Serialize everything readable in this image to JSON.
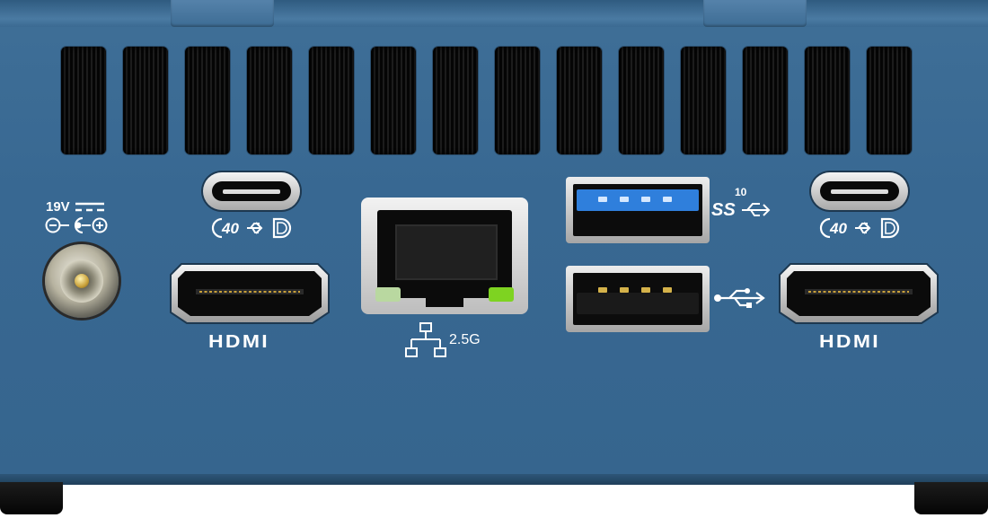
{
  "labels": {
    "voltage": "19V",
    "hdmi_left": "HDMI",
    "hdmi_right": "HDMI",
    "ethernet_speed": "2.5G",
    "usb_superspeed_gen": "10",
    "thunderbolt_left": "40",
    "thunderbolt_right": "40"
  },
  "colors": {
    "chassis": "#386892",
    "usb3_tongue": "#2f7fdc",
    "usb2_tongue": "#1a1a1a",
    "led_left": "#b9d8a0",
    "led_right": "#7ed321",
    "dc_pin": "#c9a13a"
  },
  "icons": [
    "dc-polarity-icon",
    "thunderbolt-usb-displayport-icon",
    "network-icon",
    "superspeed-usb-icon",
    "usb-icon"
  ]
}
